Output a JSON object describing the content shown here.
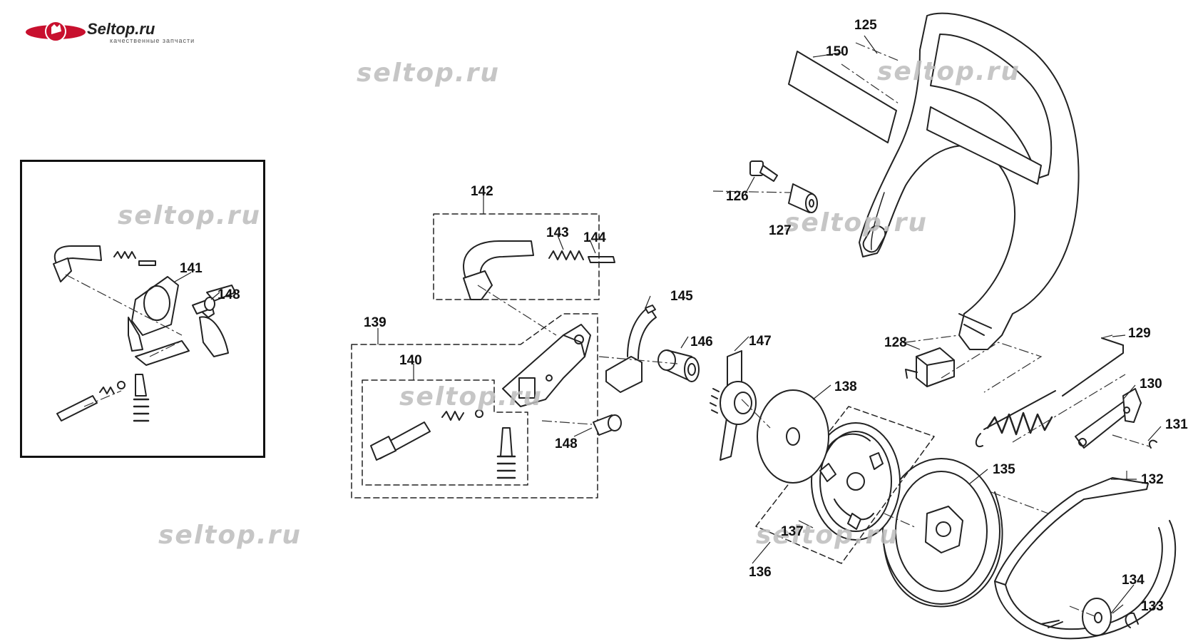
{
  "logo": {
    "name": "Seltop.ru",
    "tagline": "качественные запчасти"
  },
  "watermarks": [
    "seltop.ru",
    "seltop.ru",
    "seltop.ru",
    "seltop.ru",
    "seltop.ru",
    "seltop.ru",
    "seltop.ru"
  ],
  "labels": {
    "p125": "125",
    "p126": "126",
    "p127": "127",
    "p128": "128",
    "p129": "129",
    "p130": "130",
    "p131": "131",
    "p132": "132",
    "p133": "133",
    "p134": "134",
    "p135": "135",
    "p136": "136",
    "p137": "137",
    "p138": "138",
    "p139": "139",
    "p140": "140",
    "p141": "141",
    "p142": "142",
    "p143": "143",
    "p144": "144",
    "p145": "145",
    "p146": "146",
    "p147": "147",
    "p148a": "148",
    "p148b": "148",
    "p150": "150"
  },
  "colors": {
    "line": "#222222",
    "watermark": "#bdbdbd",
    "logo_red": "#c8102e"
  }
}
